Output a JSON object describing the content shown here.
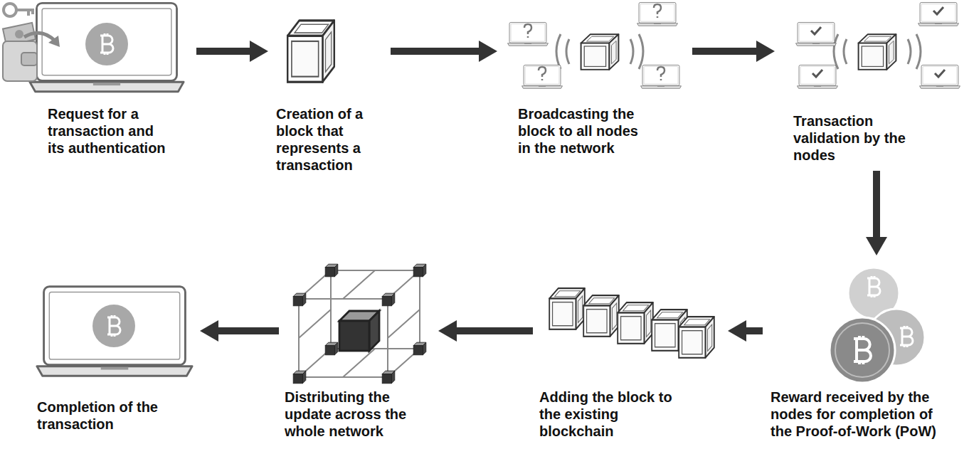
{
  "diagram": {
    "nodes": [
      {
        "text": [
          "Request for a transaction and its authentication"
        ]
      },
      {
        "text": [
          "Creation of a block that represents a transaction"
        ]
      },
      {
        "text": [
          "Broadcasting the block to all nodes in the network"
        ]
      },
      {
        "text": [
          "Transaction validation by the nodes"
        ]
      },
      {
        "text": [
          "Reward received by the nodes for completion of the Proof-of-Work (PoW)"
        ]
      },
      {
        "text": [
          "Adding the block to the existing blockchain"
        ]
      },
      {
        "text": [
          "Distributing the update across the whole network"
        ]
      },
      {
        "text": [
          "Completion of the transaction"
        ]
      }
    ],
    "edges": [
      {
        "from": 0,
        "to": 1,
        "arrow": "to"
      },
      {
        "from": 1,
        "to": 2,
        "arrow": "to"
      },
      {
        "from": 2,
        "to": 3,
        "arrow": "to"
      },
      {
        "from": 3,
        "to": 4,
        "arrow": "to"
      },
      {
        "from": 4,
        "to": 5,
        "arrow": "to"
      },
      {
        "from": 5,
        "to": 6,
        "arrow": "to"
      },
      {
        "from": 6,
        "to": 7,
        "arrow": "to"
      }
    ]
  }
}
